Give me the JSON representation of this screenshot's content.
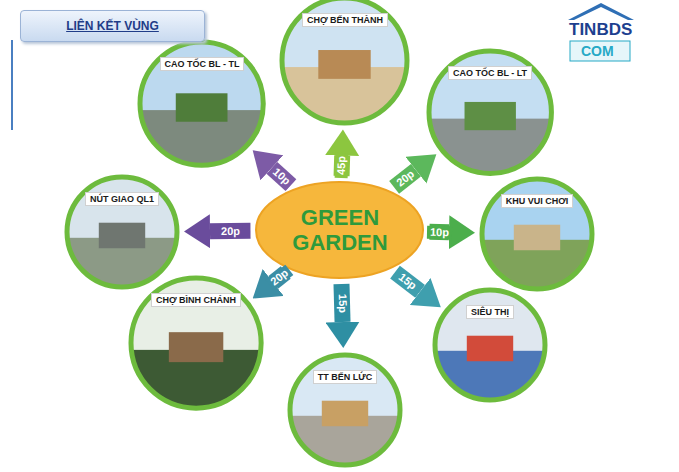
{
  "diagram": {
    "title": "LIÊN KẾT VÙNG",
    "nodes": [
      {
        "text": [
          "CHỢ BẾN THÀNH"
        ]
      },
      {
        "text": [
          "CAO TỐC BL - TL"
        ]
      },
      {
        "text": [
          "CAO TỐC BL - LT"
        ]
      },
      {
        "text": [
          "NÚT GIAO QL1"
        ]
      },
      {
        "text": [
          "GREEN GARDEN"
        ]
      },
      {
        "text": [
          "KHU VUI CHƠI"
        ]
      },
      {
        "text": [
          "CHỢ BÌNH CHÁNH"
        ]
      },
      {
        "text": [
          "SIÊU THỊ"
        ]
      },
      {
        "text": [
          "TT BẾN LỨC"
        ]
      }
    ],
    "edges": [
      {
        "from": 4,
        "to": 0,
        "label": "45p",
        "arrow": "to"
      },
      {
        "from": 4,
        "to": 1,
        "label": "10p",
        "arrow": "to"
      },
      {
        "from": 4,
        "to": 2,
        "label": "20p",
        "arrow": "to"
      },
      {
        "from": 4,
        "to": 3,
        "label": "20p",
        "arrow": "to"
      },
      {
        "from": 4,
        "to": 5,
        "label": "10p",
        "arrow": "to"
      },
      {
        "from": 4,
        "to": 6,
        "label": "20p",
        "arrow": "to"
      },
      {
        "from": 4,
        "to": 7,
        "label": "15p",
        "arrow": "to"
      },
      {
        "from": 4,
        "to": 8,
        "label": "15p",
        "arrow": "to"
      }
    ],
    "labels": [
      "TINBDS",
      "COM"
    ]
  }
}
